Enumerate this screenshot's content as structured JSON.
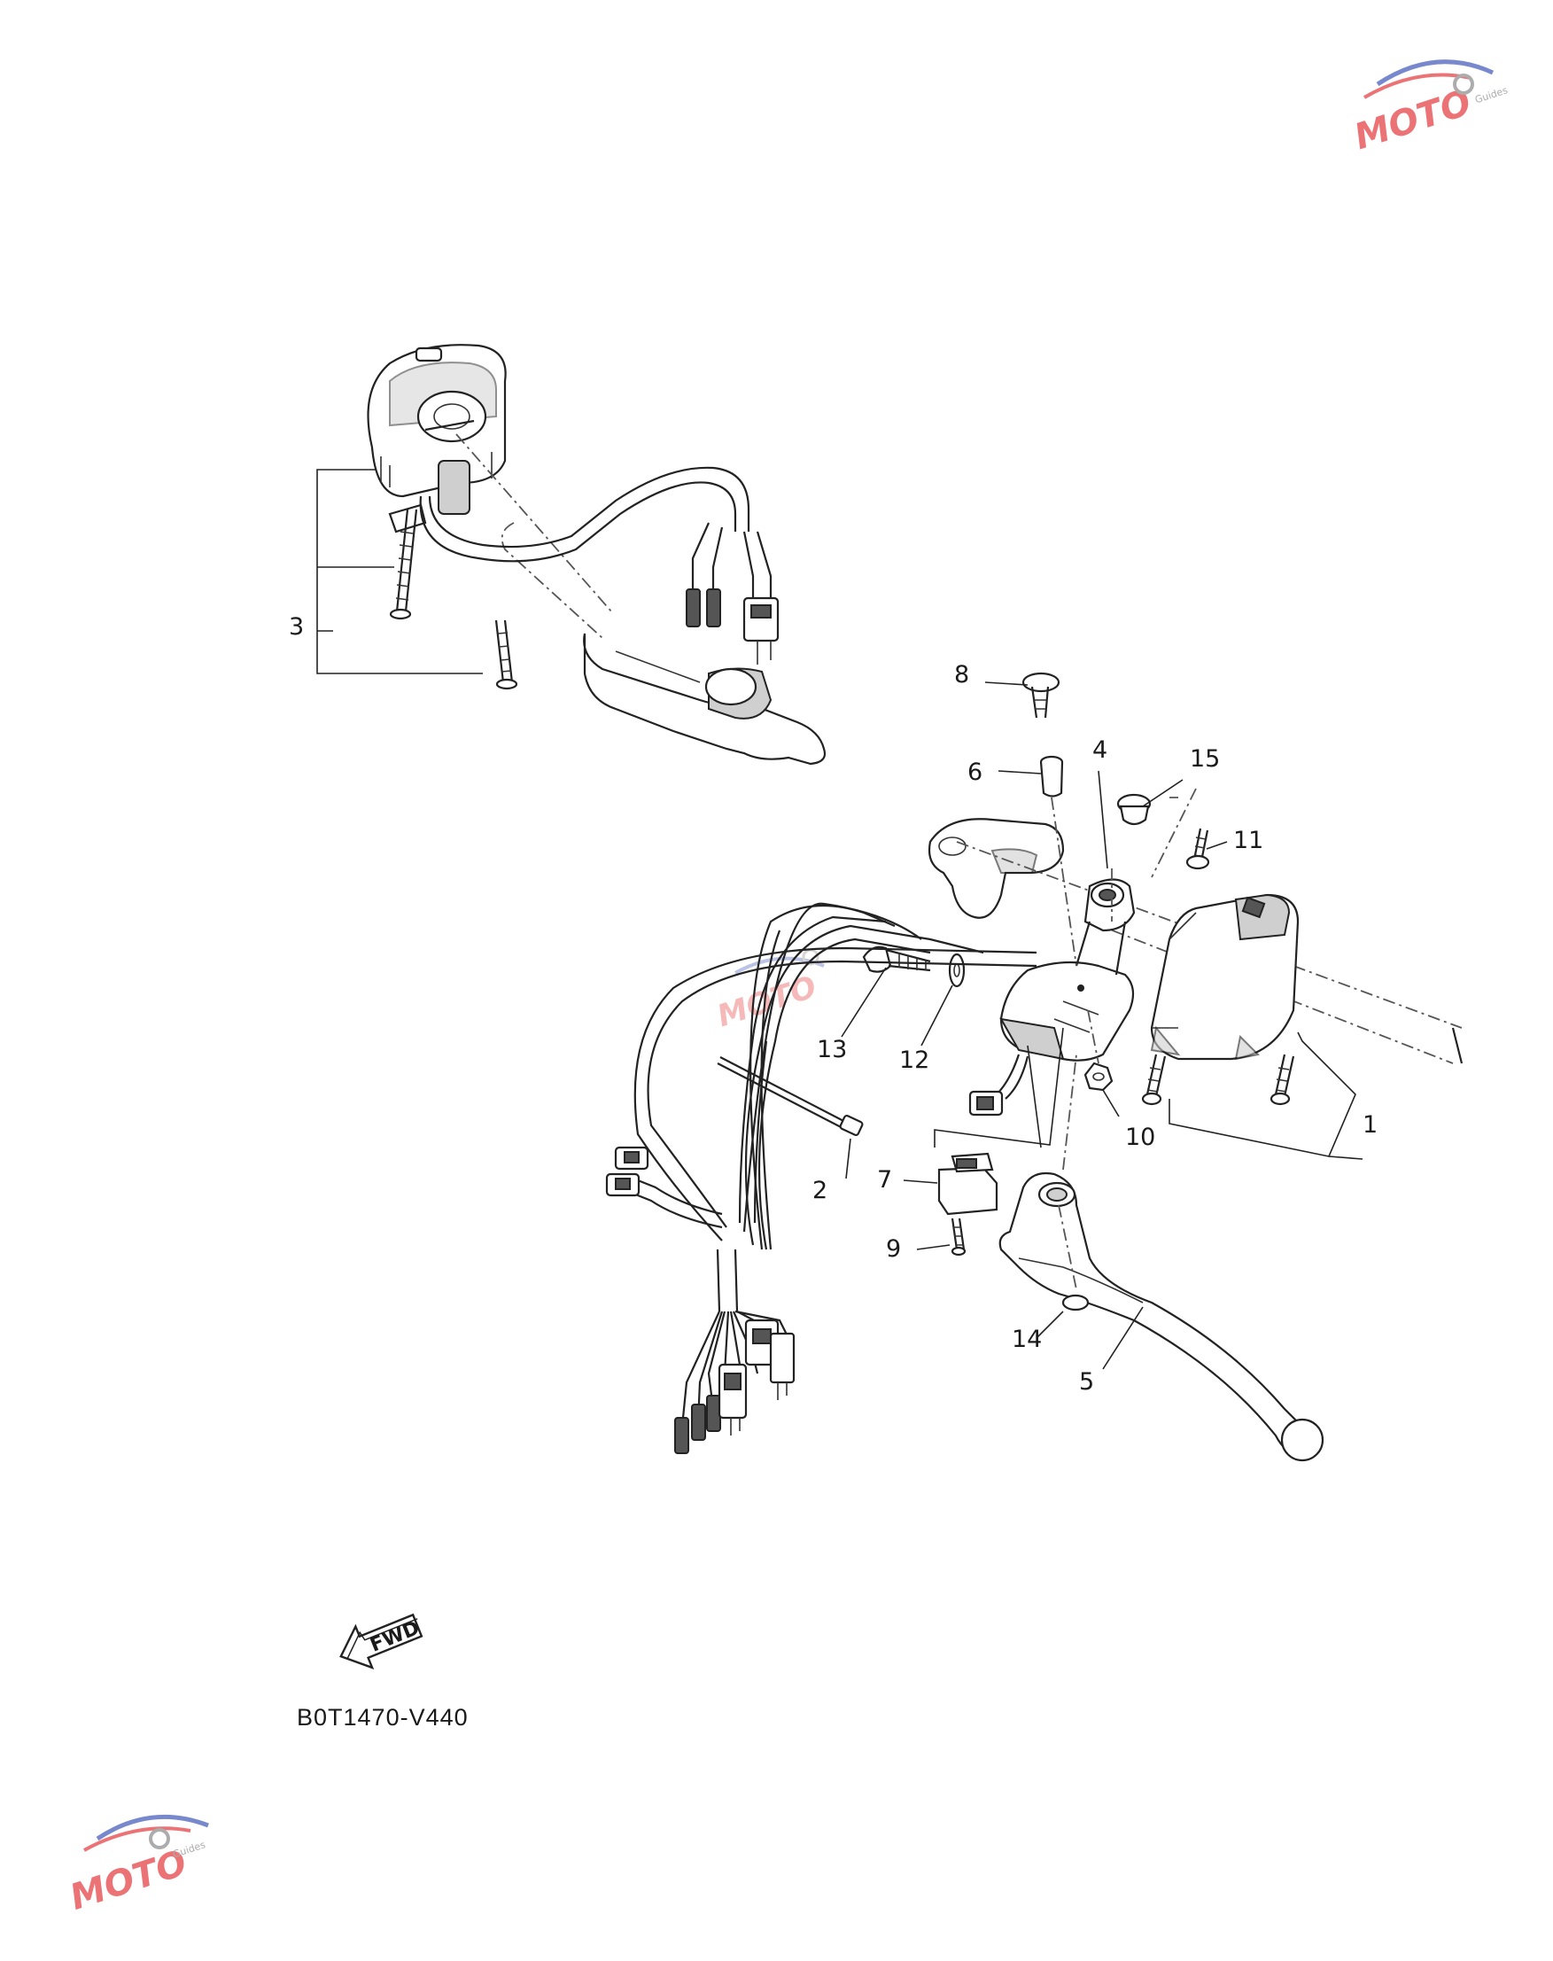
{
  "diagram": {
    "callouts": [
      {
        "id": "c1",
        "label": "1"
      },
      {
        "id": "c2",
        "label": "2"
      },
      {
        "id": "c3",
        "label": "3"
      },
      {
        "id": "c4",
        "label": "4"
      },
      {
        "id": "c5",
        "label": "5"
      },
      {
        "id": "c6",
        "label": "6"
      },
      {
        "id": "c7",
        "label": "7"
      },
      {
        "id": "c8",
        "label": "8"
      },
      {
        "id": "c9",
        "label": "9"
      },
      {
        "id": "c10",
        "label": "10"
      },
      {
        "id": "c11",
        "label": "11"
      },
      {
        "id": "c12",
        "label": "12"
      },
      {
        "id": "c13",
        "label": "13"
      },
      {
        "id": "c14",
        "label": "14"
      },
      {
        "id": "c15",
        "label": "15"
      }
    ],
    "part_code": "B0T1470-V440",
    "forward_arrow_label": "FWD"
  },
  "watermark": {
    "brand": "MOTO",
    "tagline": "Guides",
    "colors": {
      "primary": "#e5393b",
      "secondary": "#3f57b8",
      "grey": "#8a8a8a"
    }
  },
  "colors": {
    "line": "#222222",
    "background": "#ffffff",
    "fill_grey": "#cfcfcf"
  }
}
